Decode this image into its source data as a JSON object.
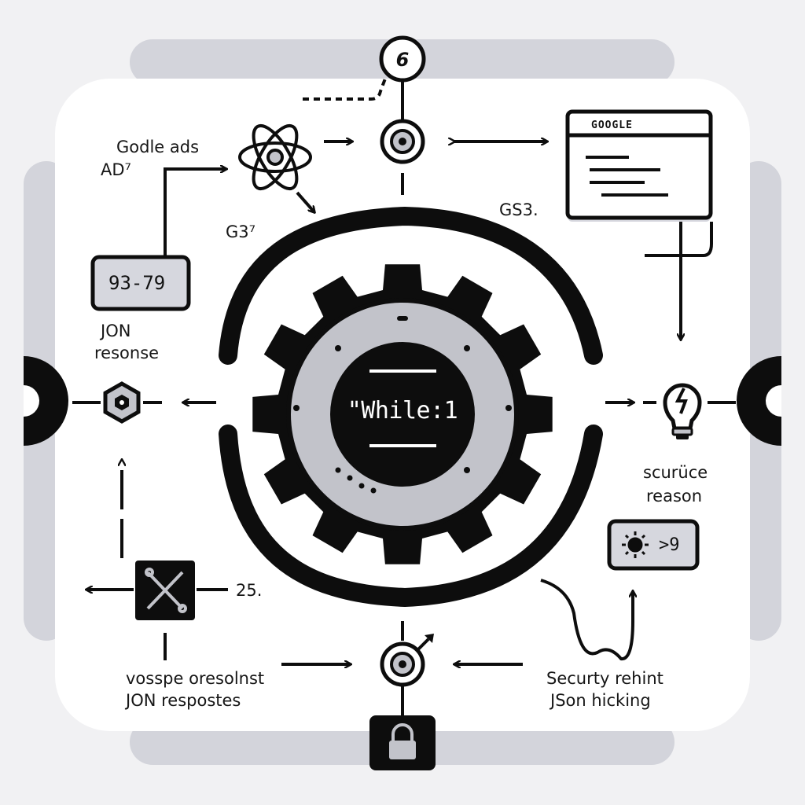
{
  "center": {
    "label": "\"While:1"
  },
  "top_node": {
    "number": "6"
  },
  "window": {
    "title": "GOOGLE"
  },
  "labels": {
    "google_ads": "Godle ads",
    "ad": "AD⁷",
    "g37": "G3⁷",
    "gs3": "GS3.",
    "box_9379": "93-79",
    "jon_response_1": "JON",
    "jon_response_2": "resonse",
    "surface_1": "scurüce",
    "surface_2": "reason",
    "box_9": ">9",
    "num_25": "25.",
    "bottom_left_1": "vosspe oresolnst",
    "bottom_left_2": "JON respostes",
    "bottom_right_1": "Securty rehint",
    "bottom_right_2": "JSon hicking"
  },
  "colors": {
    "background": "#f1f1f3",
    "panel": "#ffffff",
    "rail": "#d3d4db",
    "ink": "#0d0d0d",
    "gear_ring": "#c2c3ca",
    "box_fill": "#d6d7de"
  },
  "icons": [
    "atom-icon",
    "target-icon",
    "hexagon-icon",
    "lightbulb-icon",
    "sun-icon",
    "keys-icon",
    "lock-icon",
    "window-icon",
    "gear-icon"
  ]
}
